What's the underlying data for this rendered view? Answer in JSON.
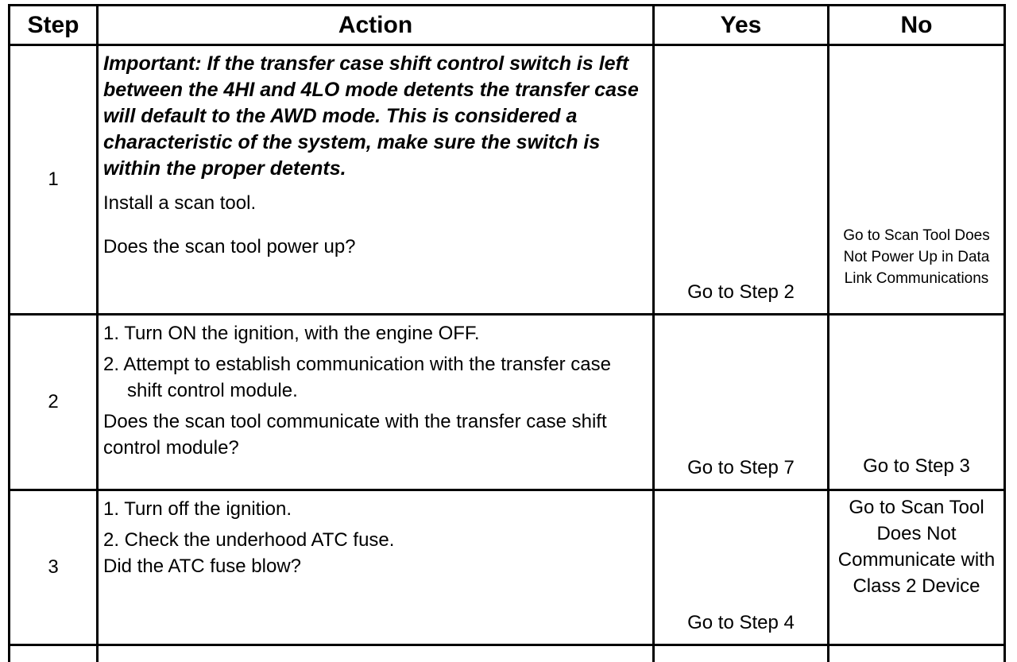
{
  "headers": {
    "step": "Step",
    "action": "Action",
    "yes": "Yes",
    "no": "No"
  },
  "rows": [
    {
      "step": "1",
      "important": "Important: If the transfer case shift control switch is left between the 4HI and 4LO mode detents the transfer case will default to the AWD mode. This is considered a characteristic of the system, make sure the switch is within the proper detents.",
      "line1": "Install a scan tool.",
      "question": "Does the scan tool power up?",
      "yes": "Go to Step 2",
      "no": "Go to Scan Tool Does Not Power Up in Data Link Communications"
    },
    {
      "step": "2",
      "item1": "1. Turn ON the ignition, with the engine OFF.",
      "item2": "2. Attempt to establish communication with the transfer case shift control module.",
      "question": "Does the scan tool communicate with the transfer case shift control module?",
      "yes": "Go to Step 7",
      "no": "Go to Step 3"
    },
    {
      "step": "3",
      "item1": "1. Turn off the ignition.",
      "item2": "2. Check the underhood ATC fuse.",
      "question": "Did the ATC fuse blow?",
      "yes": "Go to Step 4",
      "no": "Go to Scan Tool Does Not Communicate with Class 2 Device"
    }
  ]
}
